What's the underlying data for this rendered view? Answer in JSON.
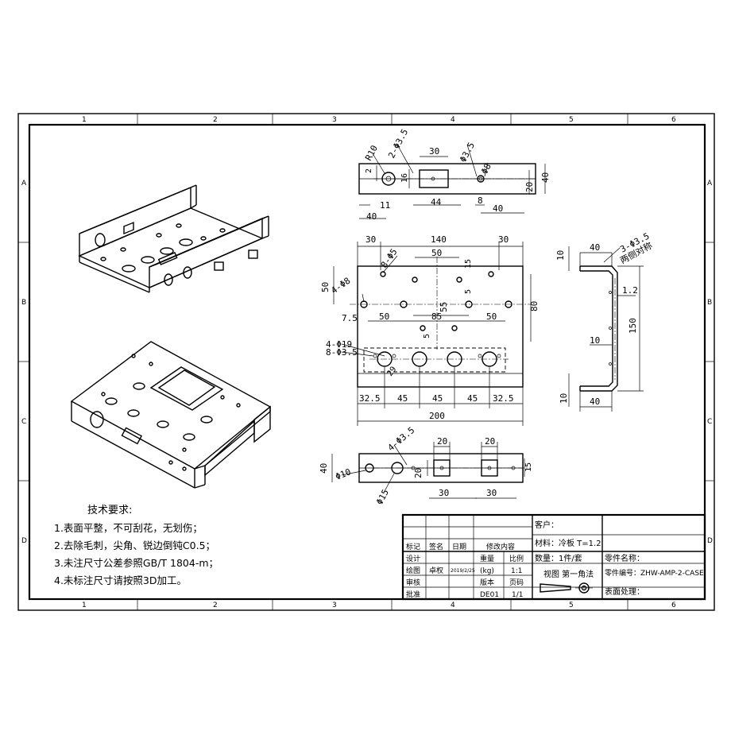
{
  "zones": {
    "columns": [
      "1",
      "2",
      "3",
      "4",
      "5",
      "6"
    ],
    "rows": [
      "A",
      "B",
      "C",
      "D"
    ]
  },
  "tech": {
    "title": "技术要求:",
    "items": [
      "1.表面平整，不可刮花，无划伤；",
      "2.去除毛刺，尖角、锐边倒钝C0.5；",
      "3.未注尺寸公差参照GB/T 1804-m；",
      "4.未标注尺寸请按照3D加工。"
    ]
  },
  "titleblock": {
    "customer": "客户：",
    "material": "材料：冷板 T=1.2",
    "quantity": "数量：1件/套",
    "part_name": "零件名称：",
    "part_no": "零件编号：ZHW-AMP-2-CASE",
    "surface": "表面处理：",
    "projection": "视图 第一角法",
    "mark": "标记",
    "sign": "签名",
    "date_h": "日期",
    "revision": "修改内容",
    "design": "设计",
    "drawing": "绘图",
    "drawer": "卓权",
    "draw_date": "2019/2/25",
    "review": "审核",
    "approve": "批准",
    "weight": "重量",
    "weight_unit": "(kg)",
    "scale_h": "比例",
    "scale": "1:1",
    "version_h": "版本",
    "version": "DE01",
    "page_h": "页码",
    "page": "1/1"
  },
  "dims": {
    "top": {
      "r10": "R10",
      "hole2": "2-Φ3.5",
      "w30": "30",
      "hole3": "Φ3.5",
      "d8": "Φ8",
      "h40": "40",
      "h20": "20",
      "v2": "2",
      "v16": "16",
      "w11": "11",
      "w44": "44",
      "w8": "8",
      "w40a": "40",
      "w40b": "40"
    },
    "main": {
      "w30a": "30",
      "w140": "140",
      "w30b": "30",
      "w50t": "50",
      "v15": "15",
      "h50": "50",
      "d8": "4-Φ8",
      "d5": "8-Φ5",
      "v5": "5",
      "v55": "55",
      "h80": "80",
      "v75": "7.5",
      "w50a": "50",
      "w85": "85",
      "w50b": "50",
      "v5b": "5",
      "d19": "4-Φ19",
      "d35": "8-Φ3.5",
      "v29": "29",
      "w325a": "32.5",
      "w45a": "45",
      "w45b": "45",
      "w45c": "45",
      "w325b": "32.5",
      "w200": "200"
    },
    "side": {
      "w40t": "40",
      "hole": "3-Φ3.5",
      "sym": "两侧对称",
      "v10a": "10",
      "v12": "1.2",
      "v150": "150",
      "v10b": "10",
      "v10c": "10",
      "w40b": "40"
    },
    "bottom": {
      "hole": "4-Φ3.5",
      "w20a": "20",
      "w20b": "20",
      "h40": "40",
      "d10": "Φ10",
      "v20": "20",
      "d15": "Φ15",
      "w30a": "30",
      "w30b": "30",
      "v15": "15"
    }
  }
}
